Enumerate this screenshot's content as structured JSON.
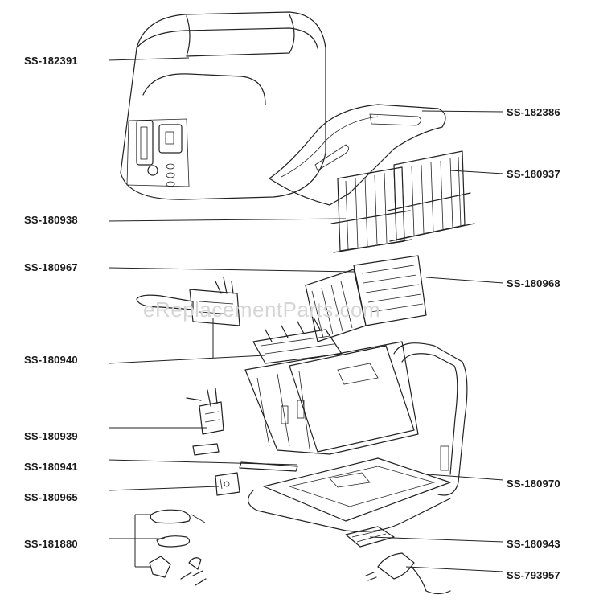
{
  "labels": {
    "ss182391": "SS-182391",
    "ss182386": "SS-182386",
    "ss180937": "SS-180937",
    "ss180938": "SS-180938",
    "ss180967": "SS-180967",
    "ss180968": "SS-180968",
    "ss180940": "SS-180940",
    "ss180939": "SS-180939",
    "ss180941": "SS-180941",
    "ss180965": "SS-180965",
    "ss180970": "SS-180970",
    "ss181880": "SS-181880",
    "ss180943": "SS-180943",
    "ss793957": "SS-793957"
  },
  "watermark": "eReplacementParts.com"
}
